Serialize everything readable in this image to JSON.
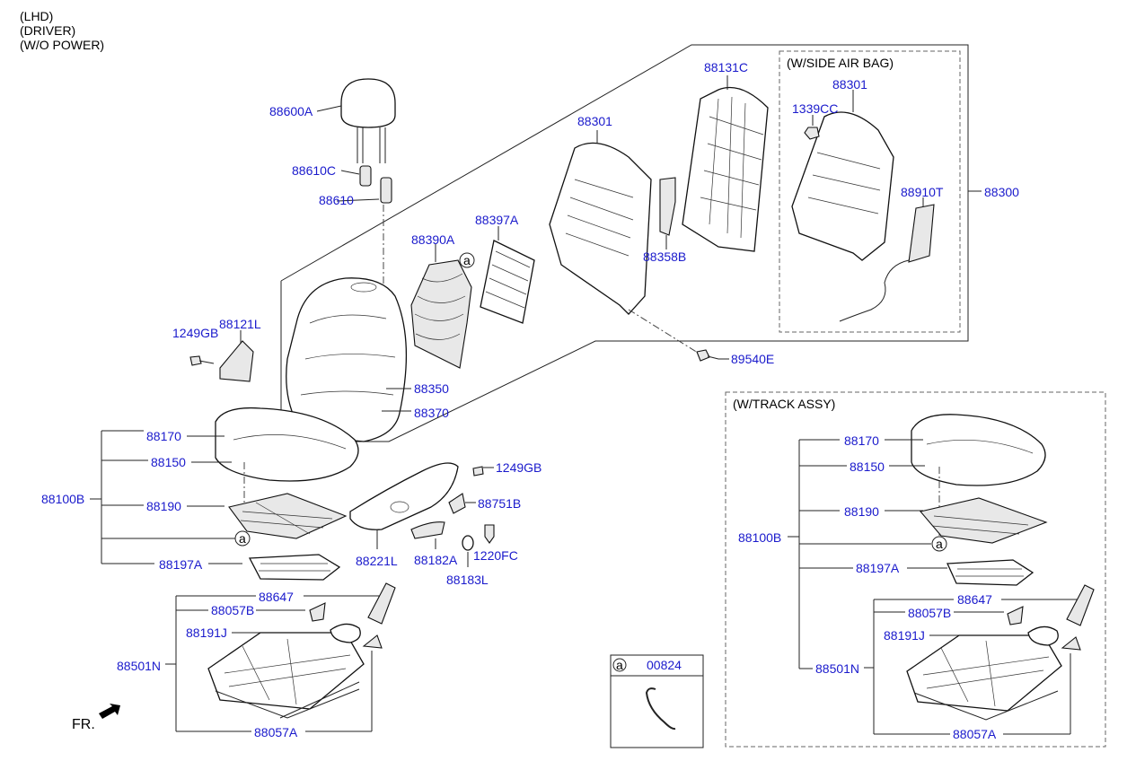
{
  "header": {
    "lines": [
      "(LHD)",
      "(DRIVER)",
      "(W/O POWER)"
    ]
  },
  "boxes": {
    "side_airbag": "(W/SIDE AIR BAG)",
    "track_assy": "(W/TRACK ASSY)"
  },
  "parts": {
    "p88600A": "88600A",
    "p88610C": "88610C",
    "p88610": "88610",
    "p88301_main": "88301",
    "p88131C": "88131C",
    "p88301_airbag": "88301",
    "p1339CC": "1339CC",
    "p88910T": "88910T",
    "p88300": "88300",
    "p88397A": "88397A",
    "p88390A": "88390A",
    "p88358B": "88358B",
    "p89540E": "89540E",
    "p1249GB_left": "1249GB",
    "p88121L": "88121L",
    "p88350": "88350",
    "p88370": "88370",
    "p88170": "88170",
    "p88150": "88150",
    "p88100B": "88100B",
    "p88190": "88190",
    "p88197A": "88197A",
    "p1249GB_mid": "1249GB",
    "p88751B": "88751B",
    "p88221L": "88221L",
    "p88182A": "88182A",
    "p1220FC": "1220FC",
    "p88183L": "88183L",
    "p88647": "88647",
    "p88057B": "88057B",
    "p88191J": "88191J",
    "p88501N": "88501N",
    "p88057A": "88057A",
    "t88170": "88170",
    "t88150": "88150",
    "t88190": "88190",
    "t88100B": "88100B",
    "t88197A": "88197A",
    "t88647": "88647",
    "t88057B": "88057B",
    "t88191J": "88191J",
    "t88501N": "88501N",
    "t88057A": "88057A",
    "p00824": "00824"
  },
  "callouts": {
    "a": "a"
  },
  "direction": {
    "front": "FR."
  }
}
